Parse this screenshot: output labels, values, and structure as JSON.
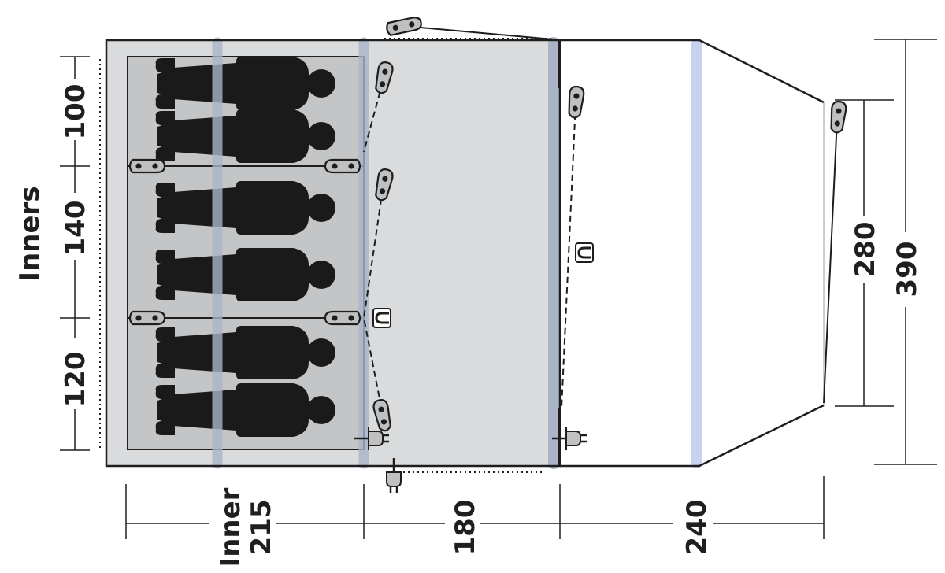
{
  "labels": {
    "inners": "Inners",
    "inner_width_prefix": "Inner",
    "inner_width": "215",
    "porch_width": "180",
    "canopy_width": "240",
    "inner1_depth": "100",
    "inner2_depth": "140",
    "inner3_depth": "120",
    "canopy_depth": "280",
    "total_depth": "390"
  },
  "colors": {
    "outline": "#1e1e1e",
    "inner_fill": "#c4c5c6",
    "porch_fill": "#dadbdc",
    "pole_porch": "#a9b4c8",
    "pole_canopy": "#c6d2ee",
    "silhouette": "#1a1a1a",
    "peg_fill": "#bfc0c1"
  },
  "icons": {
    "sleeper": "person-silhouette-icon",
    "peg": "tent-peg-icon",
    "door": "door-horseshoe-icon",
    "power": "electric-plug-icon"
  },
  "sleepers": 6
}
